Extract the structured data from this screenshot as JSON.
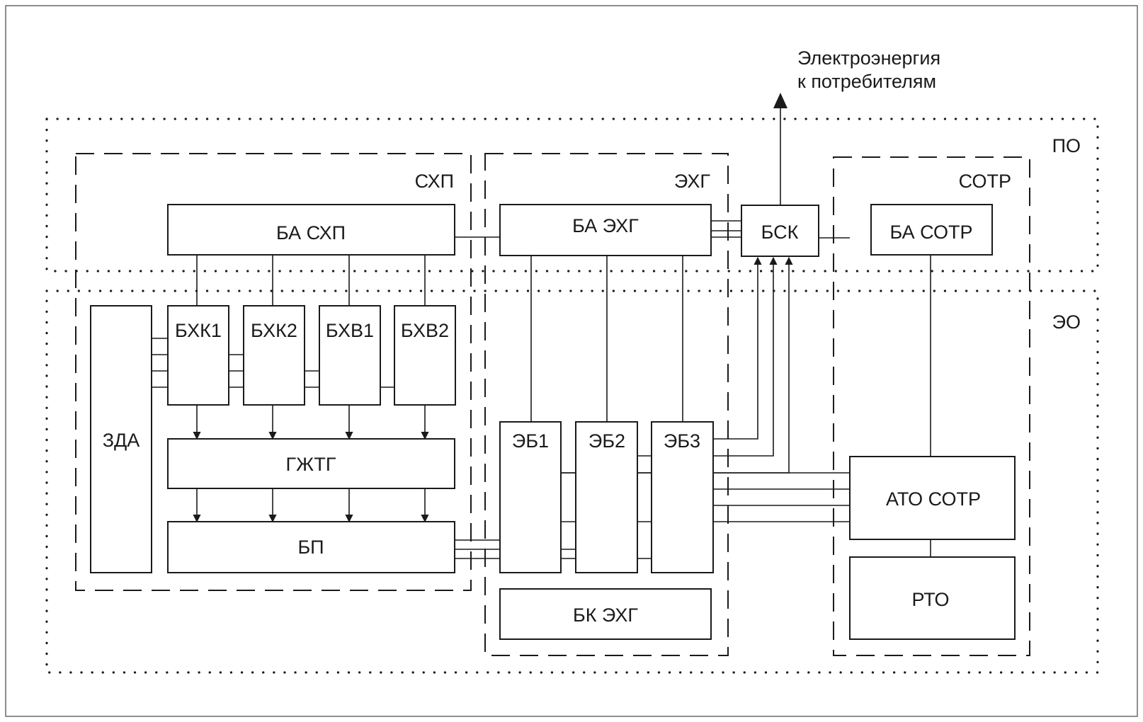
{
  "note": {
    "line1": "Электроэнергия",
    "line2": "к потребителям"
  },
  "zones": {
    "po": "ПО",
    "eo": "ЭО",
    "shp": "СХП",
    "ehg": "ЭХГ",
    "sotr": "СОТР"
  },
  "blocks": {
    "ba_shp": "БА СХП",
    "ba_ehg": "БА ЭХГ",
    "bsk": "БСК",
    "ba_sotr": "БА СОТР",
    "zda": "ЗДА",
    "bhk1": "БХК1",
    "bhk2": "БХК2",
    "bhv1": "БХВ1",
    "bhv2": "БХВ2",
    "gzhtg": "ГЖТГ",
    "bp": "БП",
    "eb1": "ЭБ1",
    "eb2": "ЭБ2",
    "eb3": "ЭБ3",
    "bk_ehg": "БК ЭХГ",
    "ato_sotr": "АТО СОТР",
    "rto": "РТО"
  }
}
